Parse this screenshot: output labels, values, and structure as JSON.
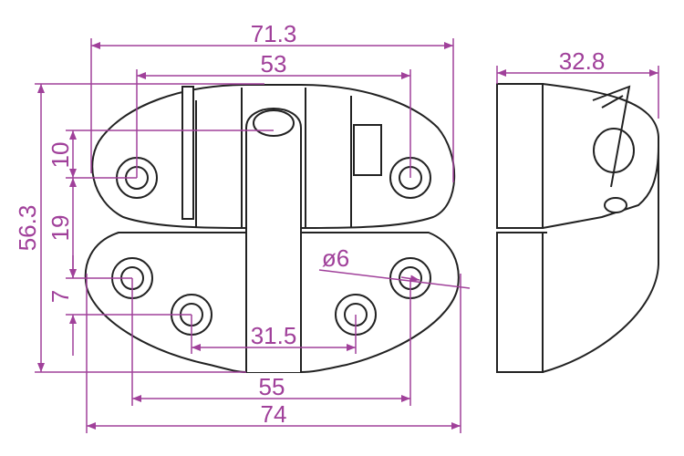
{
  "drawing": {
    "dimensions": {
      "overall_width_top": "71.3",
      "hole_spacing_top": "53",
      "overall_height": "56.3",
      "offset_10": "10",
      "offset_19": "19",
      "offset_7": "7",
      "hole_diameter": "ø6",
      "inner_hole_spacing": "31.5",
      "hole_spacing_bottom": "55",
      "overall_width_bottom": "74",
      "side_depth": "32.8"
    },
    "colors": {
      "dimension": "#a0409a",
      "outline": "#222222"
    }
  }
}
